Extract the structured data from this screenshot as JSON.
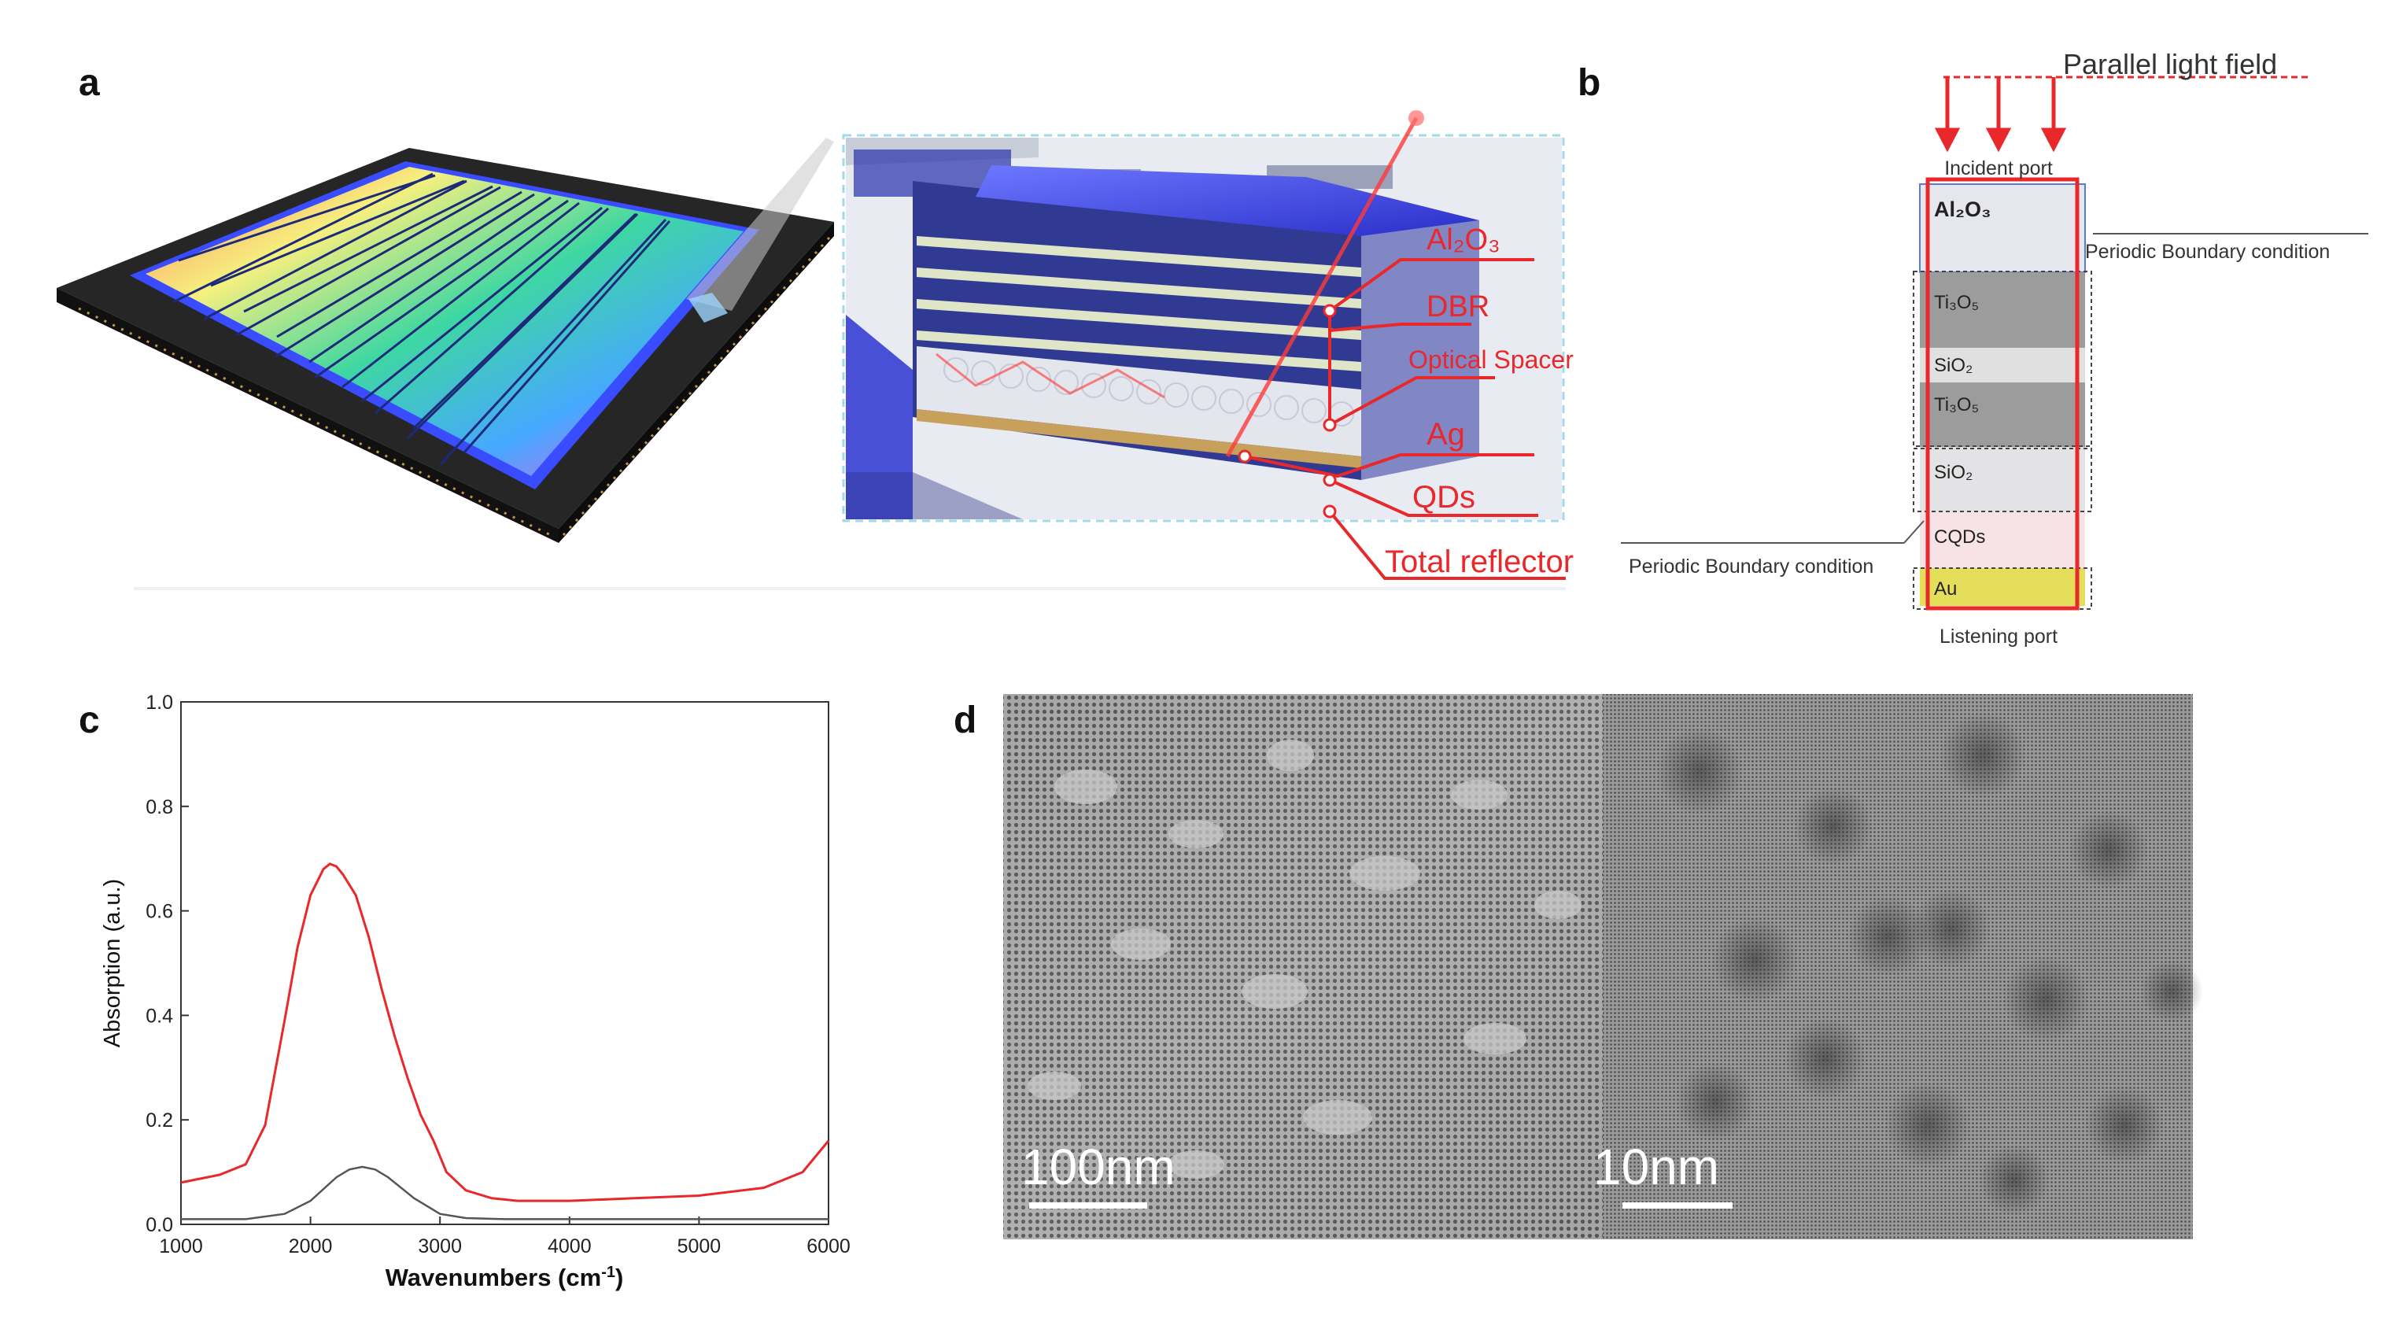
{
  "panels": {
    "a": {
      "letter": "a",
      "labels": [
        "Al₂O₃",
        "DBR",
        "Optical Spacer",
        "Ag",
        "QDs",
        "Total reflector"
      ]
    },
    "b": {
      "letter": "b",
      "top_label": "Parallel light field",
      "incident_port": "Incident port",
      "listening_port": "Listening port",
      "boundary_right": "Periodic Boundary condition",
      "boundary_left": "Periodic Boundary condition",
      "layers": [
        "Al₂O₃",
        "Ti₃O₅",
        "SiO₂",
        "Ti₃O₅",
        "SiO₂",
        "CQDs",
        "Au"
      ]
    },
    "c": {
      "letter": "c"
    },
    "d": {
      "letter": "d",
      "scale_left": "100nm",
      "scale_right": "10nm"
    }
  },
  "colors": {
    "red": "#e8282b",
    "black_curve": "#555555",
    "au": "#e5de5a",
    "cqd": "#f7e3e6"
  },
  "chart_data": {
    "type": "line",
    "xlabel": "Wavenumbers (cm-1)",
    "ylabel": "Absorption (a.u.)",
    "xlim": [
      1000,
      6000
    ],
    "ylim": [
      0.0,
      1.0
    ],
    "xticks": [
      "1000",
      "2000",
      "3000",
      "4000",
      "5000",
      "6000"
    ],
    "yticks": [
      "0.0",
      "0.2",
      "0.4",
      "0.6",
      "0.8",
      "1.0"
    ],
    "grid": false,
    "series": [
      {
        "color": "#e8282b",
        "x": [
          1000,
          1300,
          1500,
          1650,
          1800,
          1900,
          2000,
          2100,
          2150,
          2200,
          2250,
          2350,
          2450,
          2550,
          2650,
          2750,
          2850,
          2950,
          3050,
          3200,
          3400,
          3600,
          4000,
          4500,
          5000,
          5500,
          5800,
          6000
        ],
        "y": [
          0.08,
          0.095,
          0.115,
          0.19,
          0.39,
          0.53,
          0.63,
          0.68,
          0.69,
          0.685,
          0.67,
          0.63,
          0.55,
          0.45,
          0.36,
          0.28,
          0.21,
          0.16,
          0.1,
          0.065,
          0.05,
          0.045,
          0.045,
          0.05,
          0.055,
          0.07,
          0.1,
          0.16
        ]
      },
      {
        "color": "#555555",
        "x": [
          1000,
          1500,
          1800,
          2000,
          2200,
          2300,
          2400,
          2500,
          2600,
          2800,
          3000,
          3200,
          3500,
          4000,
          6000
        ],
        "y": [
          0.01,
          0.01,
          0.02,
          0.045,
          0.09,
          0.105,
          0.11,
          0.105,
          0.09,
          0.05,
          0.02,
          0.012,
          0.01,
          0.01,
          0.01
        ]
      }
    ]
  }
}
